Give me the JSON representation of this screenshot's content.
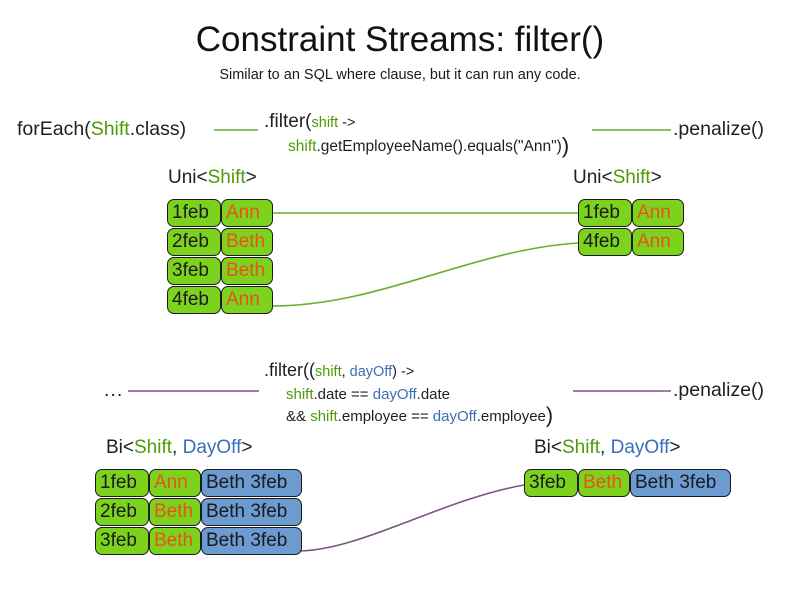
{
  "slide": {
    "title": "Constraint Streams: filter()",
    "subtitle": "Similar to an SQL where clause, but it can run any code."
  },
  "colors": {
    "green_text": "#4E9A06",
    "blue_text": "#3B6FB5",
    "orange_text": "#E8531C",
    "green_fill": "#7DD21E",
    "blue_fill": "#6C9BD2",
    "green_link": "#6AAE28",
    "purple_link": "#7A5480"
  },
  "pipeline_uni": {
    "source_prefix": "forEach(",
    "source_type": "Shift",
    "source_suffix": ".class)",
    "filter_head": ".filter(",
    "filter_arg": "shift",
    "filter_arrow": " ->",
    "filter_body_var": "shift",
    "filter_body_rest": ".getEmployeeName().equals(\"Ann\")",
    "filter_close": ")",
    "terminal": ".penalize()",
    "in_label_prefix": "Uni<",
    "in_label_type": "Shift",
    "in_label_suffix": ">",
    "out_label_prefix": "Uni<",
    "out_label_type": "Shift",
    "out_label_suffix": ">"
  },
  "pipeline_bi": {
    "source": "...",
    "filter_head": ".filter((",
    "filter_arg1": "shift",
    "filter_comma": ", ",
    "filter_arg2": "dayOff",
    "filter_arrow": ") ->",
    "line2_var1": "shift",
    "line2_mid": ".date == ",
    "line2_var2": "dayOff",
    "line2_end": ".date",
    "line3_pre": "&& ",
    "line3_var1": "shift",
    "line3_mid": ".employee == ",
    "line3_var2": "dayOff",
    "line3_end": ".employee",
    "filter_close": ")",
    "terminal": ".penalize()",
    "in_label_prefix": "Bi<",
    "in_label_type1": "Shift",
    "in_label_comma": ", ",
    "in_label_type2": "DayOff",
    "in_label_suffix": ">",
    "out_label_prefix": "Bi<",
    "out_label_type1": "Shift",
    "out_label_comma": ", ",
    "out_label_type2": "DayOff",
    "out_label_suffix": ">"
  },
  "tables": {
    "uni_in": {
      "rows": [
        {
          "date": "1feb",
          "name": "Ann"
        },
        {
          "date": "2feb",
          "name": "Beth"
        },
        {
          "date": "3feb",
          "name": "Beth"
        },
        {
          "date": "4feb",
          "name": "Ann"
        }
      ]
    },
    "uni_out": {
      "rows": [
        {
          "date": "1feb",
          "name": "Ann"
        },
        {
          "date": "4feb",
          "name": "Ann"
        }
      ]
    },
    "bi_in": {
      "rows": [
        {
          "date": "1feb",
          "name": "Ann",
          "pair": "Beth 3feb"
        },
        {
          "date": "2feb",
          "name": "Beth",
          "pair": "Beth 3feb"
        },
        {
          "date": "3feb",
          "name": "Beth",
          "pair": "Beth 3feb"
        }
      ]
    },
    "bi_out": {
      "rows": [
        {
          "date": "3feb",
          "name": "Beth",
          "pair": "Beth 3feb"
        }
      ]
    }
  }
}
